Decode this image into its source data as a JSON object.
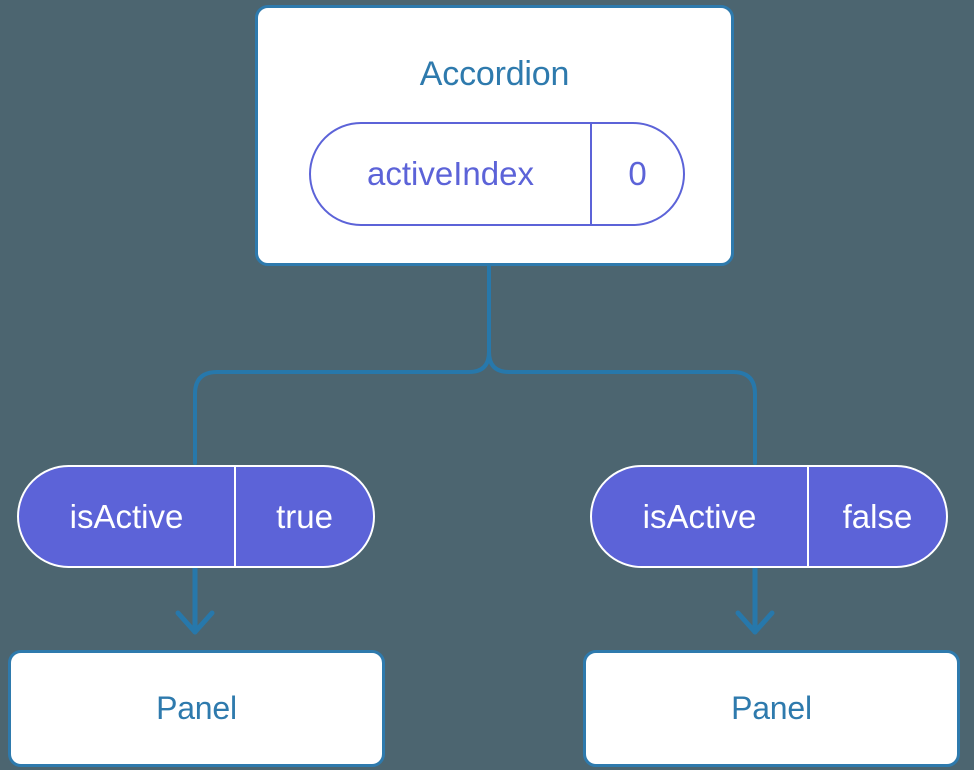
{
  "theme": {
    "background": "#4c6570",
    "card_border": "#2e7aad",
    "card_text": "#2e7aad",
    "accent_purple": "#5c63d8",
    "pill_text_light": "#ffffff",
    "connector": "#2778ab"
  },
  "root": {
    "title": "Accordion",
    "state": {
      "key": "activeIndex",
      "value": "0"
    }
  },
  "branches": [
    {
      "prop": {
        "key": "isActive",
        "value": "true"
      },
      "child": {
        "title": "Panel"
      }
    },
    {
      "prop": {
        "key": "isActive",
        "value": "false"
      },
      "child": {
        "title": "Panel"
      }
    }
  ]
}
